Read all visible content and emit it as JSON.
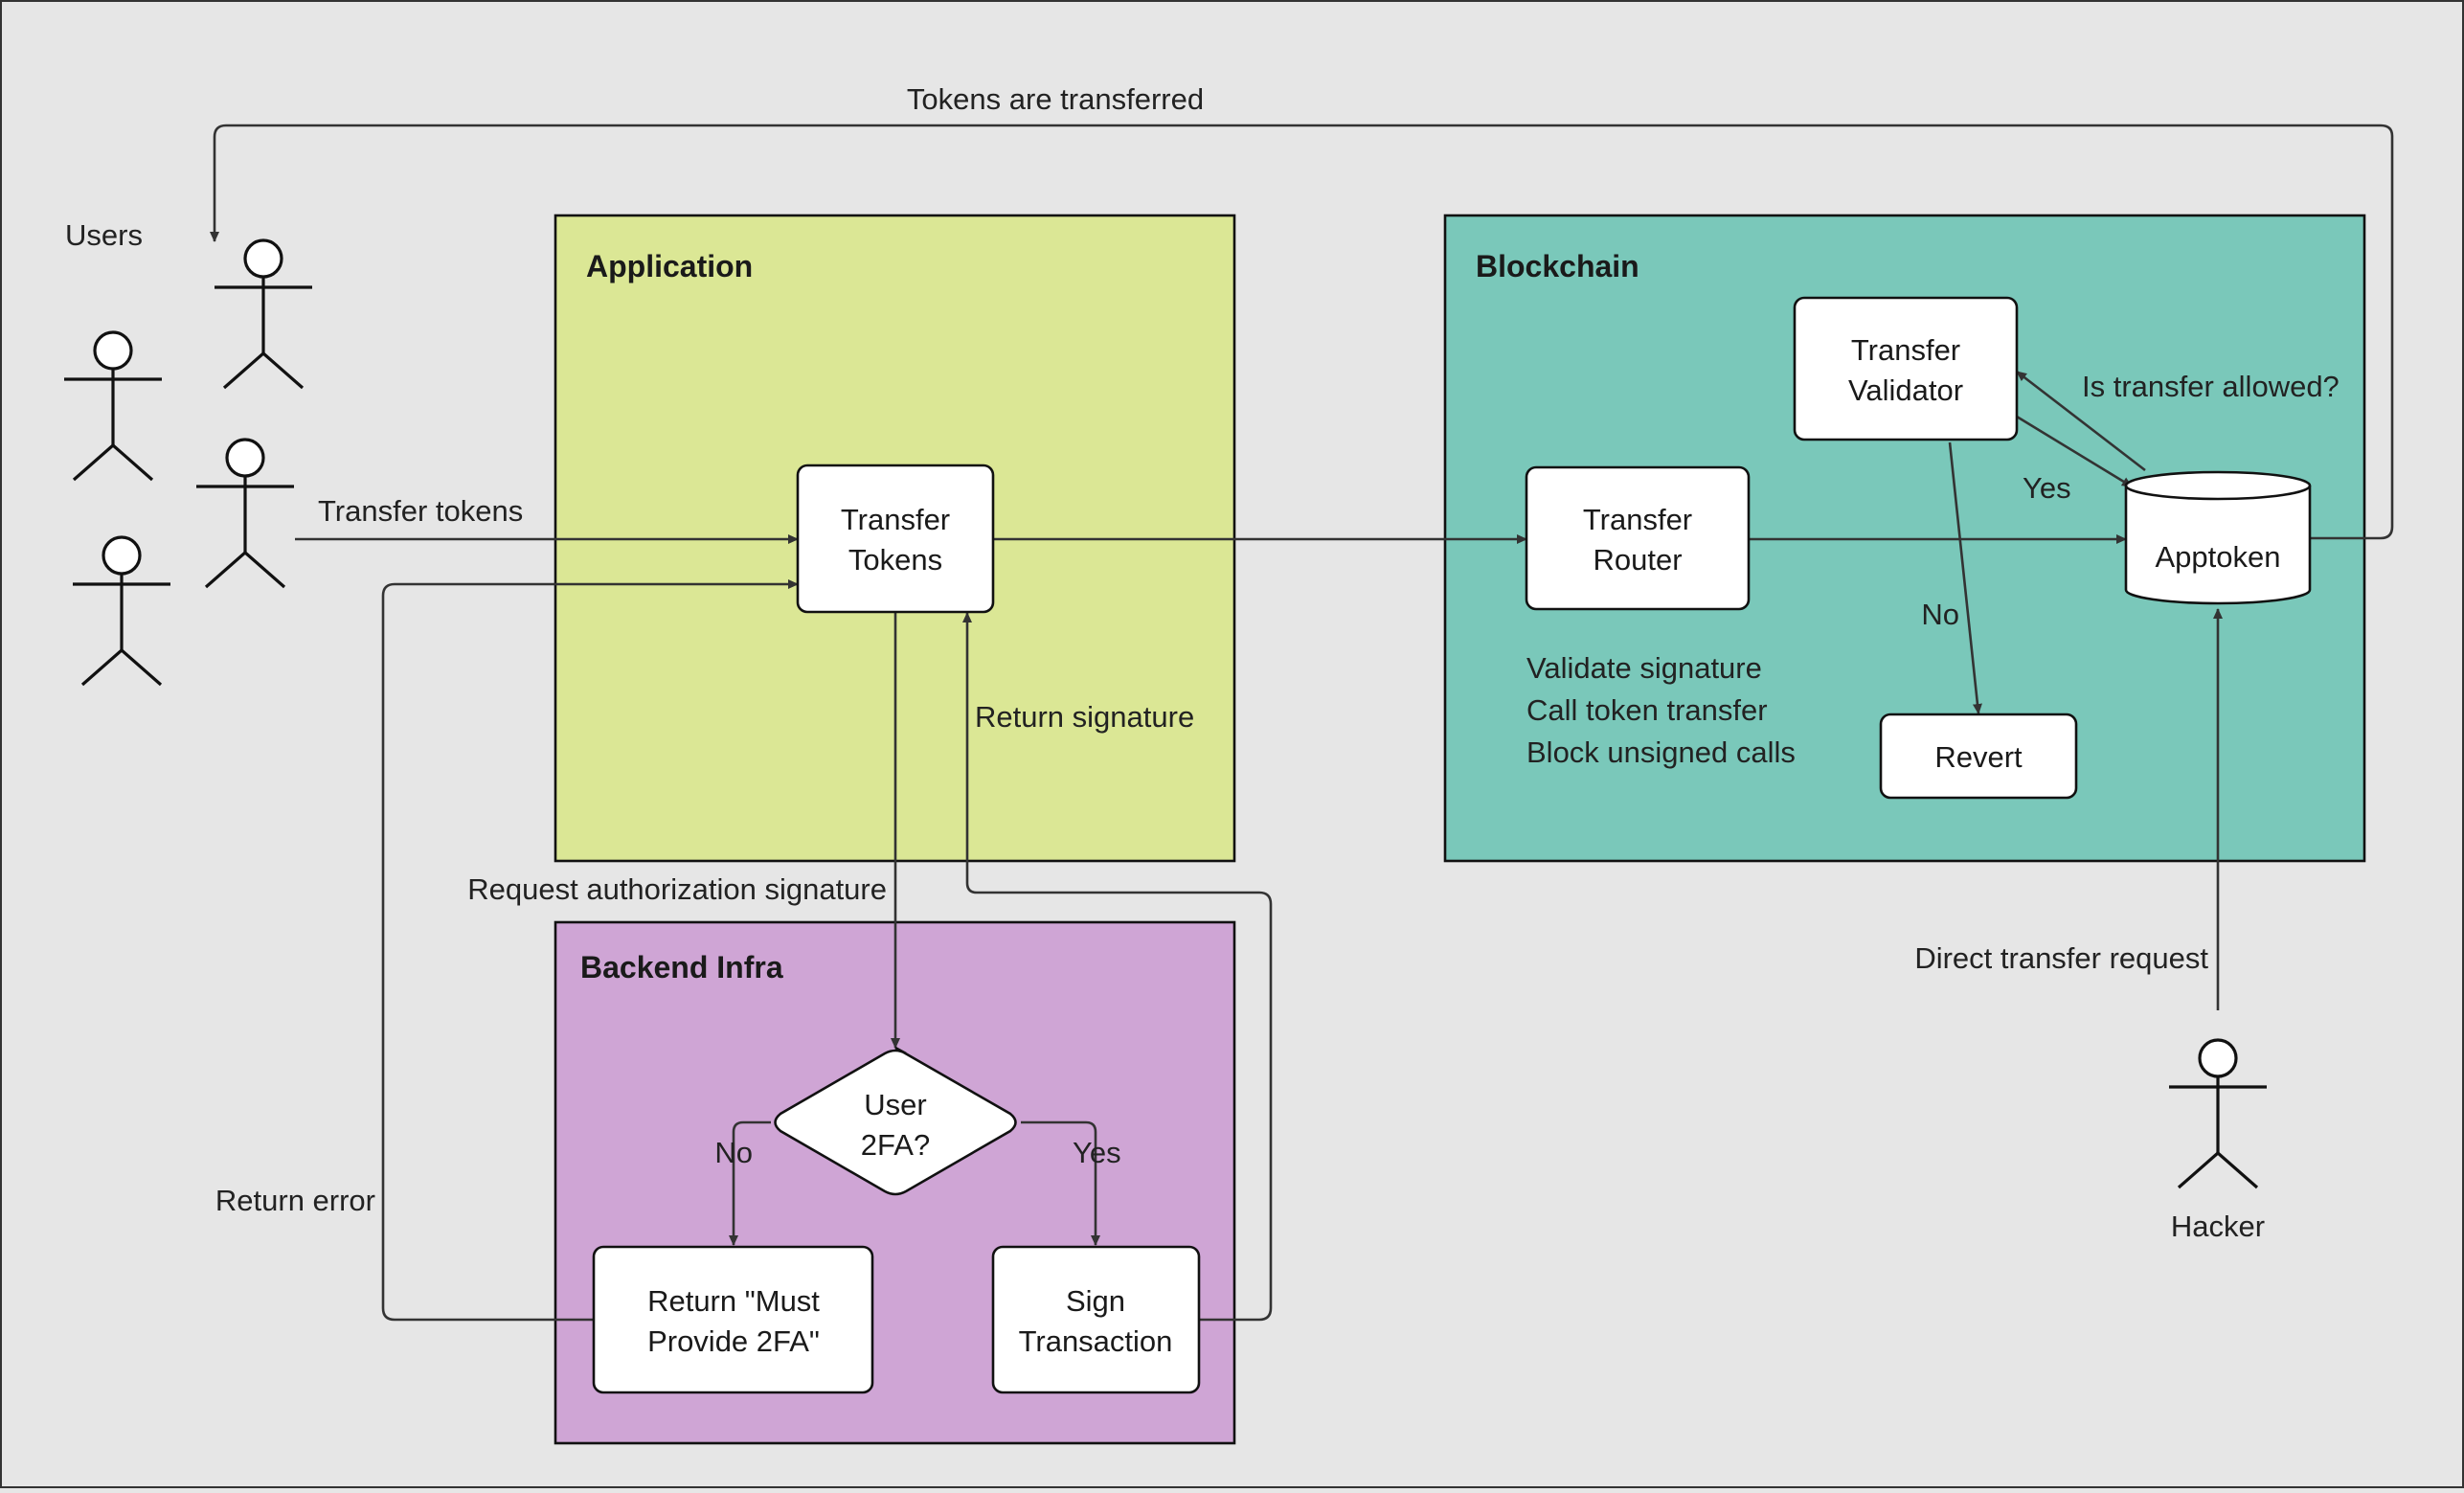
{
  "colors": {
    "background": "#e6e6e6",
    "application": "#dbe795",
    "blockchain": "#7ac8ba",
    "backend": "#cfa5d5",
    "node_fill": "#ffffff",
    "stroke": "#111111"
  },
  "groups": {
    "application": "Application",
    "blockchain": "Blockchain",
    "backend": "Backend Infra"
  },
  "actors": {
    "users": "Users",
    "hacker": "Hacker"
  },
  "nodes": {
    "transfer_tokens": [
      "Transfer",
      "Tokens"
    ],
    "transfer_router": [
      "Transfer",
      "Router"
    ],
    "transfer_validator": [
      "Transfer",
      "Validator"
    ],
    "apptoken": "Apptoken",
    "revert": "Revert",
    "user_2fa": [
      "User",
      "2FA?"
    ],
    "return_must_2fa": [
      "Return \"Must",
      "Provide 2FA\""
    ],
    "sign_transaction": [
      "Sign",
      "Transaction"
    ]
  },
  "router_notes": [
    "Validate signature",
    "Call token transfer",
    "Block unsigned calls"
  ],
  "edge_labels": {
    "tokens_transferred": "Tokens are transferred",
    "transfer_tokens": "Transfer tokens",
    "return_signature": "Return signature",
    "request_auth": "Request authorization signature",
    "return_error": "Return error",
    "is_transfer_allowed": "Is transfer allowed?",
    "validator_yes": "Yes",
    "validator_no": "No",
    "twofa_no": "No",
    "twofa_yes": "Yes",
    "direct_transfer": "Direct transfer request"
  }
}
